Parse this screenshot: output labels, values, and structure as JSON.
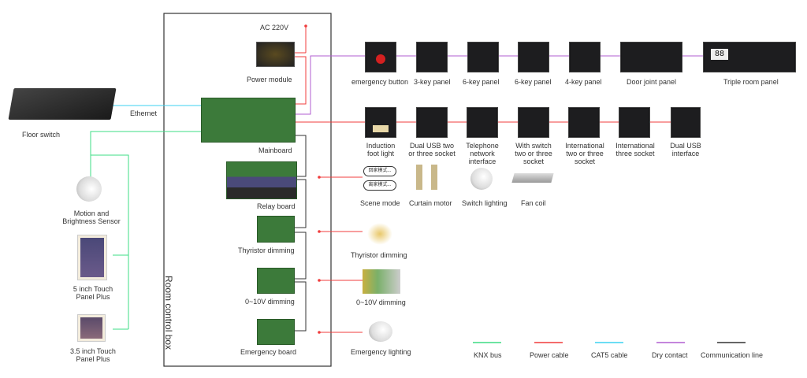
{
  "diagram": {
    "room_control_box_label": "Room control box",
    "ac_label": "AC 220V",
    "ethernet_label": "Ethernet",
    "left_devices": {
      "floor_switch": "Floor switch",
      "sensor": "Motion and\nBrightness Sensor",
      "touch5": "5 inch Touch\nPanel Plus",
      "touch35": "3.5 inch Touch\nPanel Plus"
    },
    "box_modules": {
      "power": "Power module",
      "mainboard": "Mainboard",
      "relay": "Relay board",
      "thyristor": "Thyristor dimming",
      "dim010": "0~10V dimming",
      "emergency": "Emergency board"
    },
    "panels_row": [
      "emergency button",
      "3-key panel",
      "6-key panel",
      "6-key panel",
      "4-key panel",
      "Door joint panel",
      "Triple room panel"
    ],
    "sockets_row": [
      "Induction\nfoot light",
      "Dual USB two\nor three socket",
      "Telephone\nnetwork\ninterface",
      "With switch\ntwo or three\nsocket",
      "International\ntwo or three\nsocket",
      "International\nthree socket",
      "Dual USB\ninterface"
    ],
    "relay_loads": [
      "Scene mode",
      "Curtain motor",
      "Switch lighting",
      "Fan coil"
    ],
    "scene_buttons": [
      "回家模式...",
      "离家模式..."
    ],
    "thyristor_load": "Thyristor dimming",
    "dim010_load": "0~10V dimming",
    "emergency_load": "Emergency lighting",
    "triple_panel_display": "88"
  },
  "legend": [
    {
      "label": "KNX bus",
      "color": "#3ddc84"
    },
    {
      "label": "Power cable",
      "color": "#f03c3c"
    },
    {
      "label": "CAT5 cable",
      "color": "#3cd2f0"
    },
    {
      "label": "Dry contact",
      "color": "#b05ed0"
    },
    {
      "label": "Communication line",
      "color": "#333333"
    }
  ]
}
